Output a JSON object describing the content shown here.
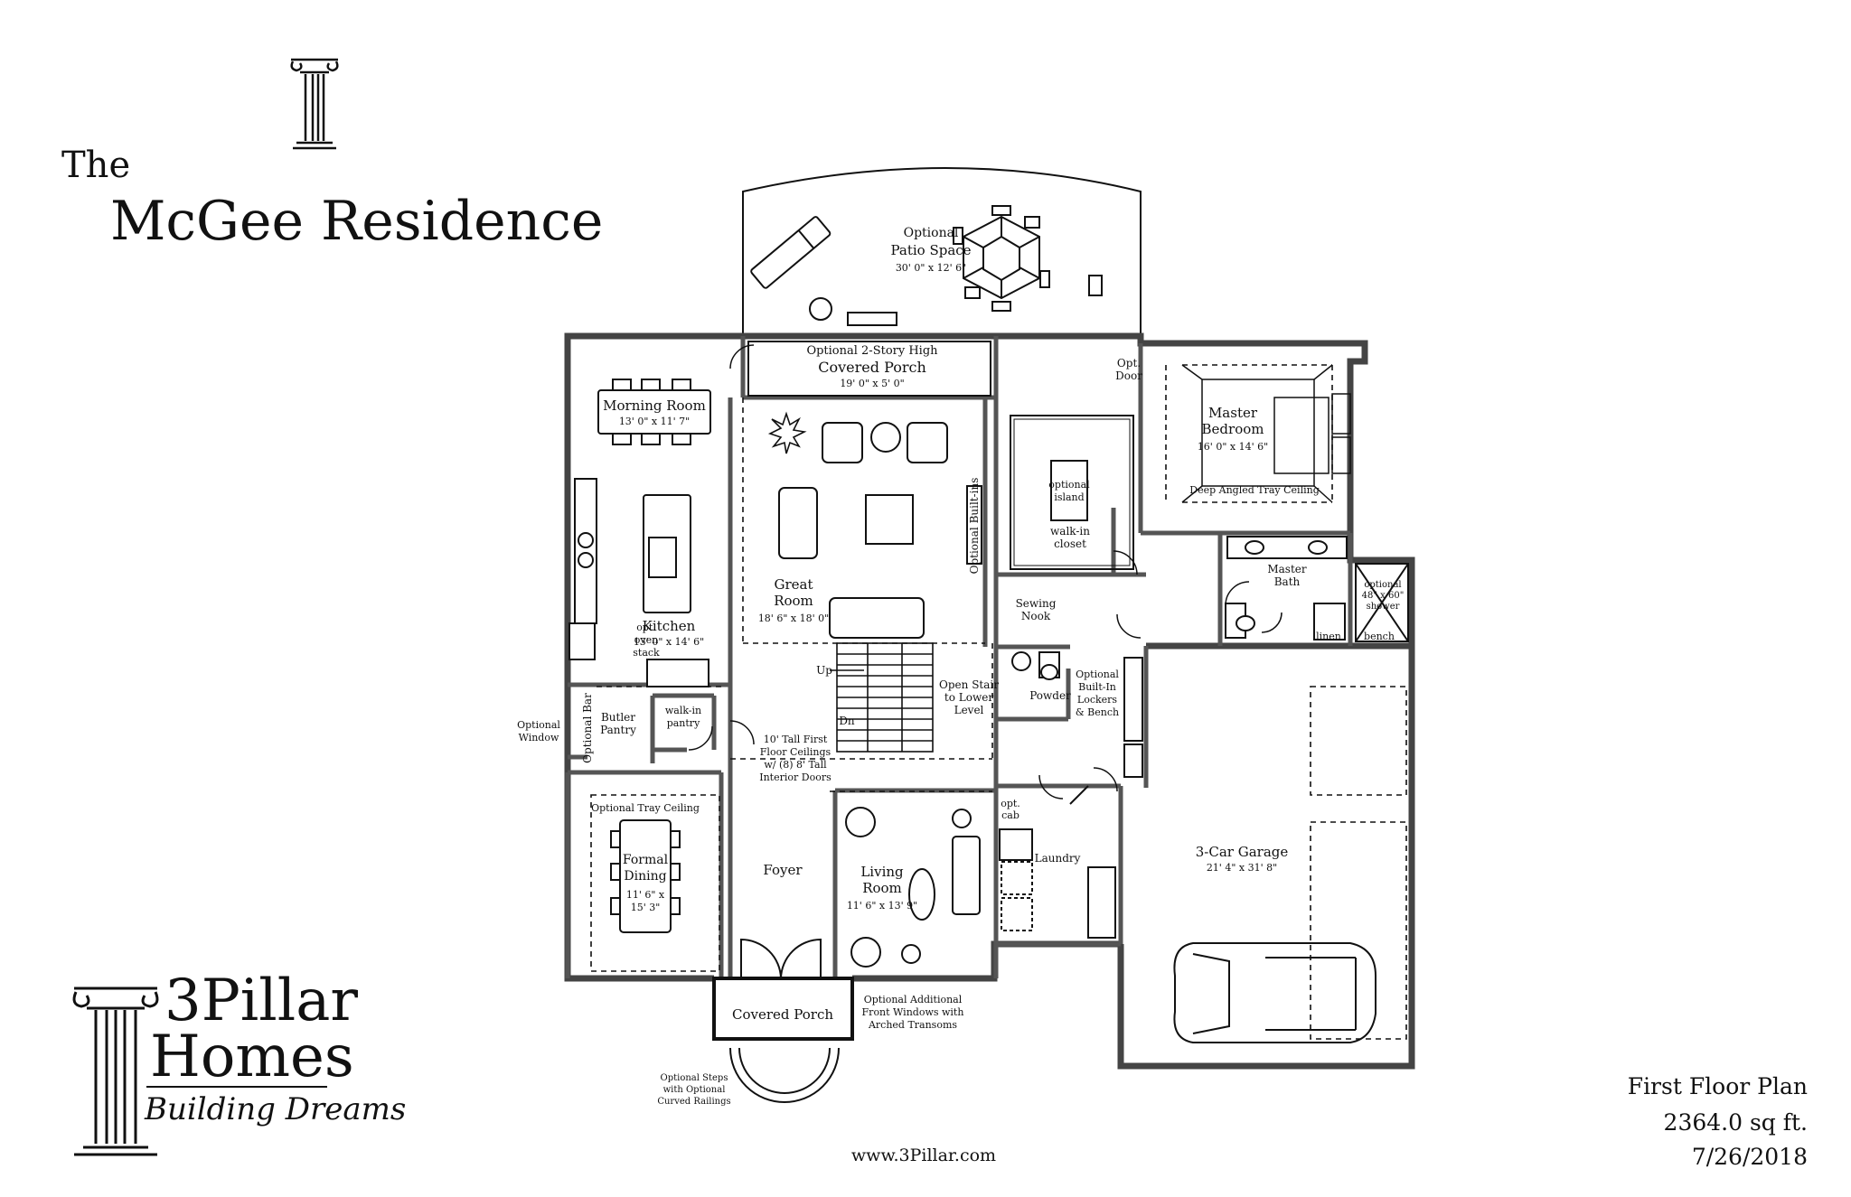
{
  "title": {
    "prefix": "The",
    "name": "McGee Residence"
  },
  "brand": {
    "line1": "3Pillar",
    "line2": "Homes",
    "tagline": "Building Dreams"
  },
  "website": "www.3Pillar.com",
  "plan_info": {
    "plan_name": "First Floor Plan",
    "area": "2364.0 sq ft.",
    "date": "7/26/2018"
  },
  "rooms": {
    "patio": {
      "label1": "Optional",
      "label2": "Patio Space",
      "dims": "30' 0\" x 12' 6\""
    },
    "covered_porch_rear": {
      "label1": "Optional 2-Story High",
      "label2": "Covered Porch",
      "dims": "19' 0\" x 5' 0\""
    },
    "morning_room": {
      "label": "Morning Room",
      "dims": "13' 0\" x 11' 7\""
    },
    "great_room": {
      "label1": "Great",
      "label2": "Room",
      "dims": "18' 6\" x 18' 0\""
    },
    "kitchen": {
      "label": "Kitchen",
      "dims": "13' 0\" x 14' 6\""
    },
    "master_bedroom": {
      "label1": "Master",
      "label2": "Bedroom",
      "dims": "16' 0\" x 14' 6\""
    },
    "master_bath": {
      "label1": "Master",
      "label2": "Bath"
    },
    "walk_in_closet": {
      "label1": "walk-in",
      "label2": "closet"
    },
    "optional_island": {
      "label1": "optional",
      "label2": "island"
    },
    "sewing_nook": {
      "label1": "Sewing",
      "label2": "Nook"
    },
    "powder": {
      "label": "Powder"
    },
    "butler_pantry": {
      "label1": "Butler",
      "label2": "Pantry"
    },
    "walk_in_pantry": {
      "label1": "walk-in",
      "label2": "pantry"
    },
    "formal_dining": {
      "label1": "Formal",
      "label2": "Dining",
      "dims1": "11' 6\" x",
      "dims2": "15' 3\""
    },
    "foyer": {
      "label": "Foyer"
    },
    "living_room": {
      "label1": "Living",
      "label2": "Room",
      "dims": "11' 6\" x 13' 9\""
    },
    "laundry": {
      "label": "Laundry"
    },
    "garage": {
      "label": "3-Car Garage",
      "dims": "21' 4\" x 31' 8\""
    },
    "covered_porch_front": {
      "label": "Covered Porch"
    }
  },
  "notes": {
    "opt_door": [
      "Opt.",
      "Door"
    ],
    "tray_ceiling": "Deep Angled Tray Ceiling",
    "built_ins": "Optional Built-ins",
    "oven_stack": [
      "opt.",
      "oven",
      "stack"
    ],
    "open_stair": [
      "Open Stair",
      "to Lower",
      "Level"
    ],
    "stair_up": "Up",
    "stair_dn": "Dn",
    "lockers": [
      "Optional",
      "Built-In",
      "Lockers",
      "& Bench"
    ],
    "optional_window": [
      "Optional",
      "Window"
    ],
    "optional_bar": "Optional Bar",
    "ceilings": [
      "10' Tall First",
      "Floor Ceilings",
      "w/ (8) 8' Tall",
      "Interior Doors"
    ],
    "tray_ceiling_dining": "Optional Tray Ceiling",
    "opt_cab": [
      "opt.",
      "cab"
    ],
    "front_windows": [
      "Optional Additional",
      "Front Windows with",
      "Arched Transoms"
    ],
    "steps": [
      "Optional Steps",
      "with Optional",
      "Curved Railings"
    ],
    "shower": [
      "optional",
      "48\" x 60\"",
      "shower"
    ],
    "linen": "linen",
    "bench": "bench"
  }
}
